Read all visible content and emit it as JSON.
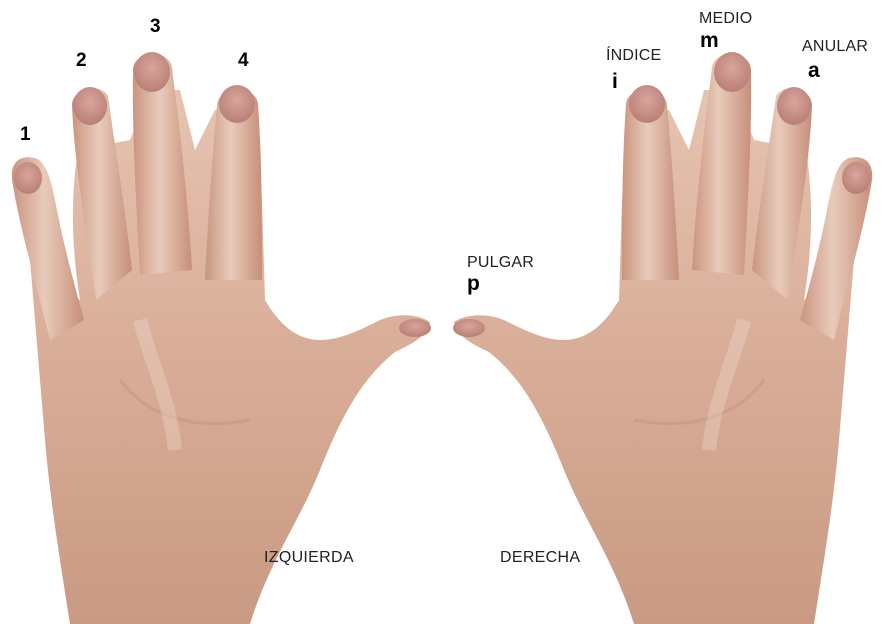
{
  "left_hand": {
    "finger_numbers": [
      "1",
      "2",
      "3",
      "4"
    ],
    "side_label": "IZQUIERDA"
  },
  "right_hand": {
    "fingers": [
      {
        "name": "PULGAR",
        "letter": "p"
      },
      {
        "name": "ÍNDICE",
        "letter": "i"
      },
      {
        "name": "MEDIO",
        "letter": "m"
      },
      {
        "name": "ANULAR",
        "letter": "a"
      }
    ],
    "side_label": "DERECHA"
  },
  "colors": {
    "skin": "#d9b09a",
    "skin_shadow": "#b9826c",
    "skin_light": "#ecd2c3",
    "nail": "#c98f86"
  }
}
